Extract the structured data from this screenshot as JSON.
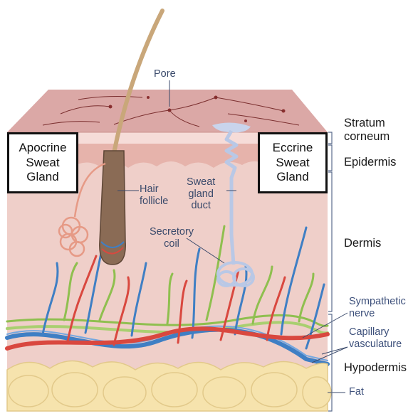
{
  "labels": {
    "pore": "Pore",
    "hair_follicle": "Hair\nfollicle",
    "sweat_gland_duct": "Sweat\ngland\nduct",
    "secretory_coil": "Secretory\ncoil",
    "apocrine": "Apocrine\nSweat\nGland",
    "eccrine": "Eccrine\nSweat\nGland"
  },
  "layers": {
    "stratum_corneum": "Stratum\ncorneum",
    "epidermis": "Epidermis",
    "dermis": "Dermis",
    "hypodermis": "Hypodermis"
  },
  "side_labels": {
    "sympathetic_nerve": "Sympathetic\nnerve",
    "capillary_vasculature": "Capillary\nvasculature",
    "fat": "Fat"
  },
  "colors": {
    "skin_top": "#dba8a6",
    "dermis": "#efcfc9",
    "epidermis": "#e9b8b0",
    "hair": "#c9a77a",
    "follicle": "#8a6b55",
    "artery": "#d9483f",
    "vein": "#3f7fc4",
    "nerve": "#8fbf4f",
    "fat": "#f6e3ad",
    "duct": "#c9d4ec",
    "bracket": "#5a6b8c"
  }
}
